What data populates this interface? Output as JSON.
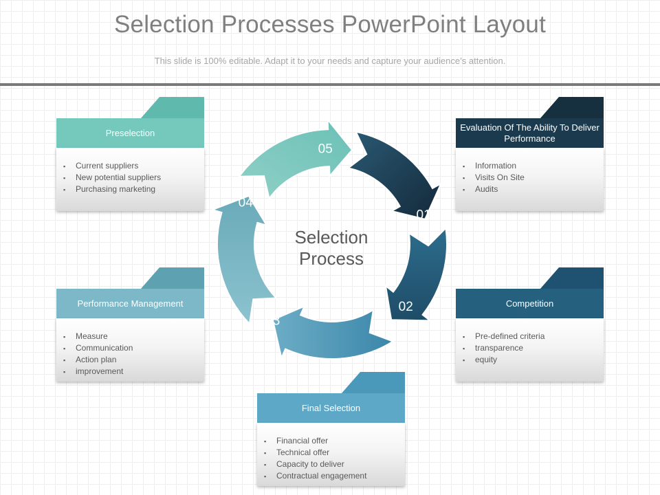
{
  "slide": {
    "title": "Selection Processes PowerPoint Layout",
    "subtitle": "This slide is 100% editable. Adapt it to your needs and capture your audience’s attention."
  },
  "cycle": {
    "center_label": "Selection Process",
    "steps": [
      {
        "number": "01",
        "color": "#1c3d53"
      },
      {
        "number": "02",
        "color": "#2a5f7e"
      },
      {
        "number": "03",
        "color": "#5aa0bd"
      },
      {
        "number": "04",
        "color": "#7cb8c8"
      },
      {
        "number": "05",
        "color": "#7cc8c0"
      }
    ]
  },
  "cards": [
    {
      "id": "preselection",
      "title": "Preselection",
      "color": "#74c8bc",
      "tab_color": "#5fb9ac",
      "items": [
        "Current  suppliers",
        "New  potential  suppliers",
        "Purchasing  marketing"
      ]
    },
    {
      "id": "performance-management",
      "title": "Performance Management",
      "color": "#7cb8c8",
      "tab_color": "#5ea2b2",
      "items": [
        "Measure",
        "Communication",
        "Action plan",
        "improvement"
      ]
    },
    {
      "id": "final-selection",
      "title": "Final Selection",
      "color": "#5ea8c7",
      "tab_color": "#4a98ba",
      "items": [
        "Financial offer",
        "Technical offer",
        "Capacity to deliver",
        "Contractual engagement"
      ]
    },
    {
      "id": "competition",
      "title": "Competition",
      "color": "#25607f",
      "tab_color": "#1e5270",
      "items": [
        "Pre-defined  criteria",
        "transparence",
        "equity"
      ]
    },
    {
      "id": "evaluation",
      "title": "Evaluation Of The Ability To Deliver Performance",
      "color": "#1b3a4e",
      "tab_color": "#16303f",
      "items": [
        "Information",
        "Visits On Site",
        "Audits"
      ]
    }
  ]
}
